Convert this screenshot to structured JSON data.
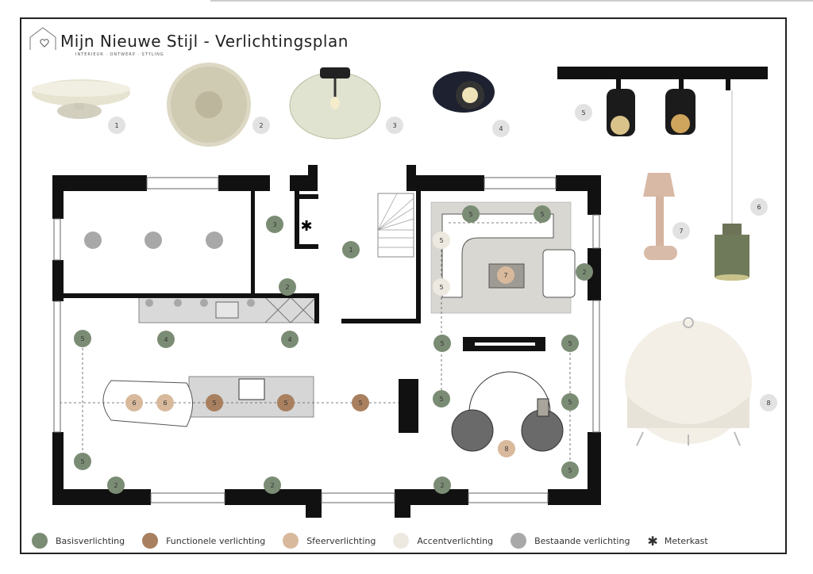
{
  "header": {
    "title": "Mijn Nieuwe Stijl - Verlichtingsplan",
    "tagline": "INTERIEUR · ONTWERP · STYLING"
  },
  "colors": {
    "basis": "#7b8c74",
    "functioneel": "#a9805f",
    "sfeer": "#d8b99c",
    "accent": "#eee9e0",
    "bestaand": "#a8a8a8",
    "product_badge": "#e2e2e2"
  },
  "products": [
    {
      "number": "1",
      "name": "plafondlamp-schotel"
    },
    {
      "number": "2",
      "name": "wandlamp-rond"
    },
    {
      "number": "3",
      "name": "plafondlamp-glas"
    },
    {
      "number": "4",
      "name": "inbouwspot-kantelbaar"
    },
    {
      "number": "5",
      "name": "railspots"
    },
    {
      "number": "6",
      "name": "hanglamp-groen"
    },
    {
      "number": "7",
      "name": "tafellamp-oplaadbaar"
    },
    {
      "number": "8",
      "name": "vloerlamp-bol"
    }
  ],
  "markers": [
    {
      "type": "bestaand",
      "label": ""
    },
    {
      "type": "bestaand",
      "label": ""
    },
    {
      "type": "bestaand",
      "label": ""
    },
    {
      "type": "basis",
      "label": "3"
    },
    {
      "type": "basis",
      "label": "1"
    },
    {
      "type": "basis",
      "label": "2"
    },
    {
      "type": "basis",
      "label": "5"
    },
    {
      "type": "basis",
      "label": "4"
    },
    {
      "type": "basis",
      "label": "4"
    },
    {
      "type": "basis",
      "label": "5"
    },
    {
      "type": "basis",
      "label": "2"
    },
    {
      "type": "basis",
      "label": "2"
    },
    {
      "type": "basis",
      "label": "2"
    },
    {
      "type": "basis",
      "label": "5"
    },
    {
      "type": "basis",
      "label": "5"
    },
    {
      "type": "accent",
      "label": "5"
    },
    {
      "type": "accent",
      "label": "5"
    },
    {
      "type": "sfeer",
      "label": "7"
    },
    {
      "type": "basis",
      "label": "2"
    },
    {
      "type": "basis",
      "label": "5"
    },
    {
      "type": "basis",
      "label": "5"
    },
    {
      "type": "basis",
      "label": "5"
    },
    {
      "type": "basis",
      "label": "5"
    },
    {
      "type": "basis",
      "label": "5"
    },
    {
      "type": "sfeer",
      "label": "8"
    },
    {
      "type": "sfeer",
      "label": "6"
    },
    {
      "type": "sfeer",
      "label": "6"
    },
    {
      "type": "functioneel",
      "label": "5"
    },
    {
      "type": "functioneel",
      "label": "5"
    },
    {
      "type": "functioneel",
      "label": "5"
    }
  ],
  "legend": [
    {
      "type": "basis",
      "label": "Basisverlichting"
    },
    {
      "type": "functioneel",
      "label": "Functionele verlichting"
    },
    {
      "type": "sfeer",
      "label": "Sfeerverlichting"
    },
    {
      "type": "accent",
      "label": "Accentverlichting"
    },
    {
      "type": "bestaand",
      "label": "Bestaande verlichting"
    }
  ],
  "meterkast": {
    "symbol": "✱",
    "label": "Meterkast"
  }
}
